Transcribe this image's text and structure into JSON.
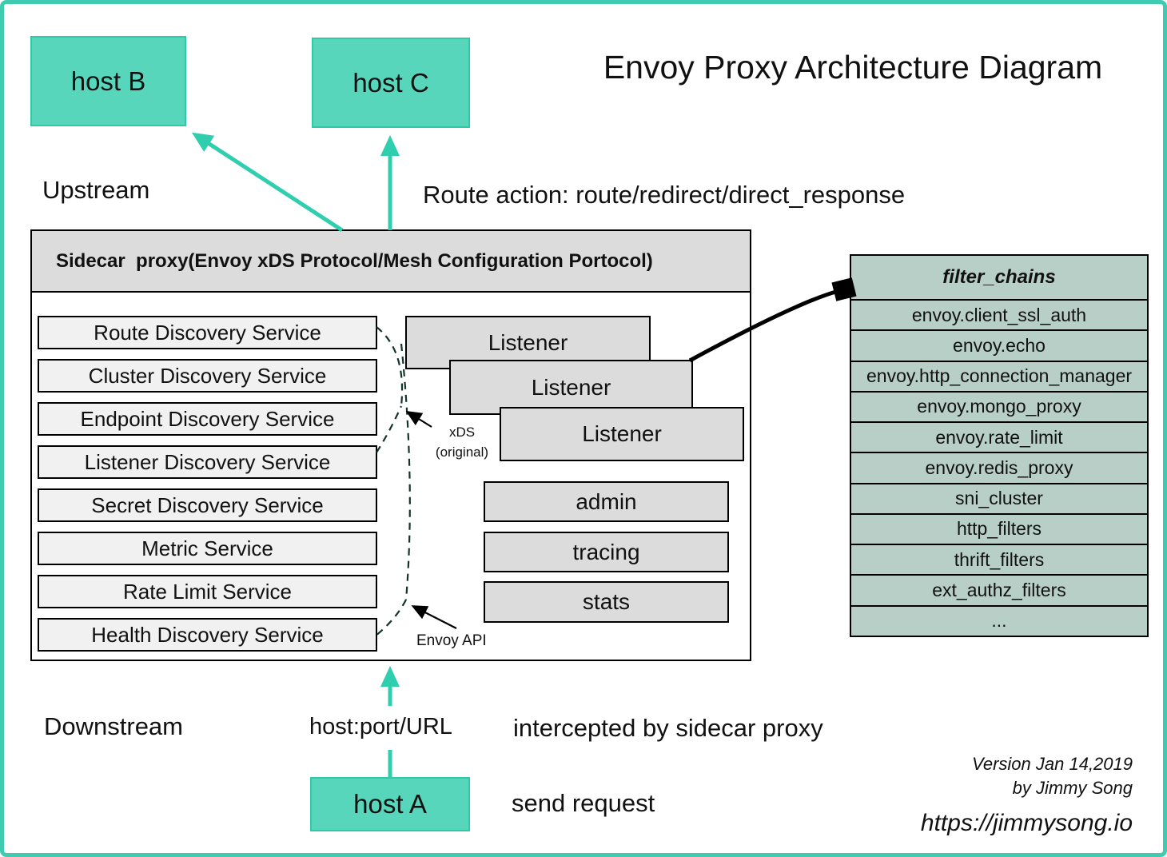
{
  "page": {
    "title": "Envoy Proxy Architecture Diagram",
    "upstream_label": "Upstream",
    "downstream_label": "Downstream",
    "route_action_label": "Route action: route/redirect/direct_response",
    "host_port_label": "host:port/URL",
    "intercepted_label": "intercepted by sidecar proxy",
    "send_request_label": "send request",
    "version_line1": "Version Jan 14,2019",
    "version_line2": "by Jimmy Song",
    "website": "https://jimmysong.io"
  },
  "hosts": {
    "host_b": "host B",
    "host_c": "host C",
    "host_a": "host A"
  },
  "sidecar": {
    "header": "Sidecar  proxy(Envoy xDS Protocol/Mesh Configuration Portocol)",
    "services": [
      "Route Discovery Service",
      "Cluster Discovery Service",
      "Endpoint Discovery Service",
      "Listener Discovery Service",
      "Secret Discovery Service",
      "Metric Service",
      "Rate Limit Service",
      "Health Discovery Service"
    ],
    "listeners": [
      "Listener",
      "Listener",
      "Listener"
    ],
    "components": [
      "admin",
      "tracing",
      "stats"
    ],
    "xds_label_line1": "xDS",
    "xds_label_line2": "(original)",
    "envoy_api_label": "Envoy API"
  },
  "filter_chains": {
    "header": "filter_chains",
    "rows": [
      "envoy.client_ssl_auth",
      "envoy.echo",
      "envoy.http_connection_manager",
      "envoy.mongo_proxy",
      "envoy.rate_limit",
      "envoy.redis_proxy",
      "sni_cluster",
      "http_filters",
      "thrift_filters",
      "ext_authz_filters",
      "..."
    ]
  },
  "colors": {
    "teal_fill": "#58d6bb",
    "teal_border": "#2ec9a7",
    "arrow_teal": "#2fceae",
    "page_border": "#3fcbb0",
    "box_gray": "#dcdcdc",
    "service_gray": "#f1f1f1",
    "table_sage": "#b8cfc8"
  }
}
